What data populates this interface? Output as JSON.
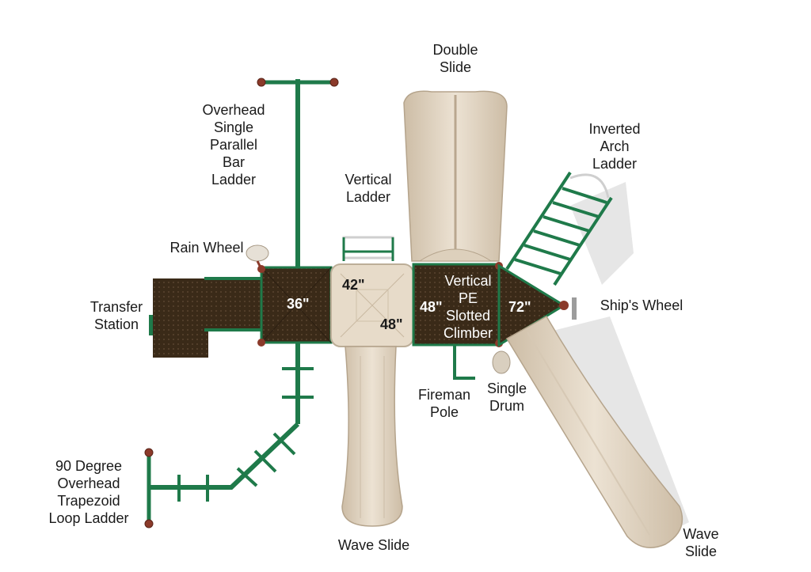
{
  "labels": {
    "double_slide": [
      "Double",
      "Slide"
    ],
    "overhead_single": [
      "Overhead",
      "Single",
      "Parallel",
      "Bar",
      "Ladder"
    ],
    "vertical_ladder": [
      "Vertical",
      "Ladder"
    ],
    "inverted_arch": [
      "Inverted",
      "Arch",
      "Ladder"
    ],
    "rain_wheel": "Rain Wheel",
    "transfer_station": [
      "Transfer",
      "Station"
    ],
    "ships_wheel": "Ship's Wheel",
    "vertical_pe": [
      "Vertical",
      "PE",
      "Slotted",
      "Climber"
    ],
    "fireman_pole": [
      "Fireman",
      "Pole"
    ],
    "single_drum": [
      "Single",
      "Drum"
    ],
    "trapezoid_ladder": [
      "90 Degree",
      "Overhead",
      "Trapezoid",
      "Loop Ladder"
    ],
    "wave_slide_center": "Wave Slide",
    "wave_slide_right": [
      "Wave",
      "Slide"
    ]
  },
  "heights": {
    "deck_36": "36\"",
    "deck_42": "42\"",
    "deck_48_roof": "48\"",
    "deck_48_left": "48\"",
    "deck_72": "72\""
  },
  "colors": {
    "deck": "#3a2a18",
    "frame": "#1f7a4a",
    "plastic": "#e3d6c3",
    "plastic_shade": "#c9b8a1"
  }
}
